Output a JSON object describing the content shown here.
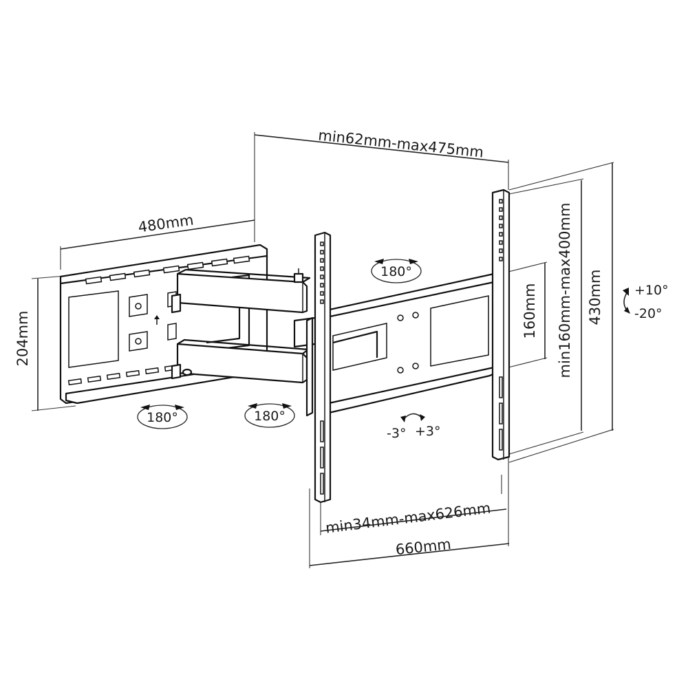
{
  "dimensions": {
    "wall_plate_width": "480mm",
    "wall_plate_height": "204mm",
    "extension_range": "min62mm-max475mm",
    "vesa_vertical_range": "min160mm-max400mm",
    "vesa_vertical_inner": "160mm",
    "tv_bracket_height": "430mm",
    "vesa_horizontal_range": "min34mm-max626mm",
    "tv_bracket_width": "660mm"
  },
  "angles": {
    "swivel_wall": "180°",
    "swivel_arm": "180°",
    "swivel_head": "180°",
    "tilt_up": "+10°",
    "tilt_down": "-20°",
    "level_minus": "-3°",
    "level_plus": "+3°"
  }
}
